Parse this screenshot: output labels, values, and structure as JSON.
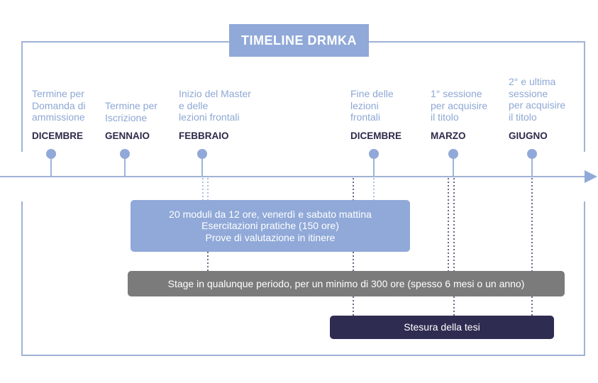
{
  "title": "TIMELINE DRMKA",
  "milestones": [
    {
      "desc": [
        "Termine per",
        "Domanda di",
        "ammissione"
      ],
      "month": "DICEMBRE"
    },
    {
      "desc": [
        "Termine per",
        "Iscrizione"
      ],
      "month": "GENNAIO"
    },
    {
      "desc": [
        "Inizio del Master",
        "e delle",
        "lezioni frontali"
      ],
      "month": "FEBBRAIO"
    },
    {
      "desc": [
        "Fine delle",
        "lezioni",
        "frontali"
      ],
      "month": "DICEMBRE"
    },
    {
      "desc": [
        "1° sessione",
        "per acquisire",
        "il titolo"
      ],
      "month": "MARZO"
    },
    {
      "desc": [
        "2° e ultima",
        "sessione",
        "per acquisire",
        "il titolo"
      ],
      "month": "GIUGNO"
    }
  ],
  "bars": {
    "lessons": [
      "20 moduli da 12 ore, venerdì e sabato mattina",
      "Esercitazioni pratiche (150 ore)",
      "Prove di valutazione in itinere"
    ],
    "stage": "Stage in qualunque periodo, per un minimo di 300 ore (spesso 6 mesi o un anno)",
    "thesis": "Stesura della tesi"
  },
  "colors": {
    "frame": "#9fb3d6",
    "accent_blue": "#90a9d8",
    "dot": "#90a9d8",
    "grey_bar": "#7b7b7b",
    "dark_bar": "#2f2c52",
    "month_text": "#2d2a4a"
  }
}
